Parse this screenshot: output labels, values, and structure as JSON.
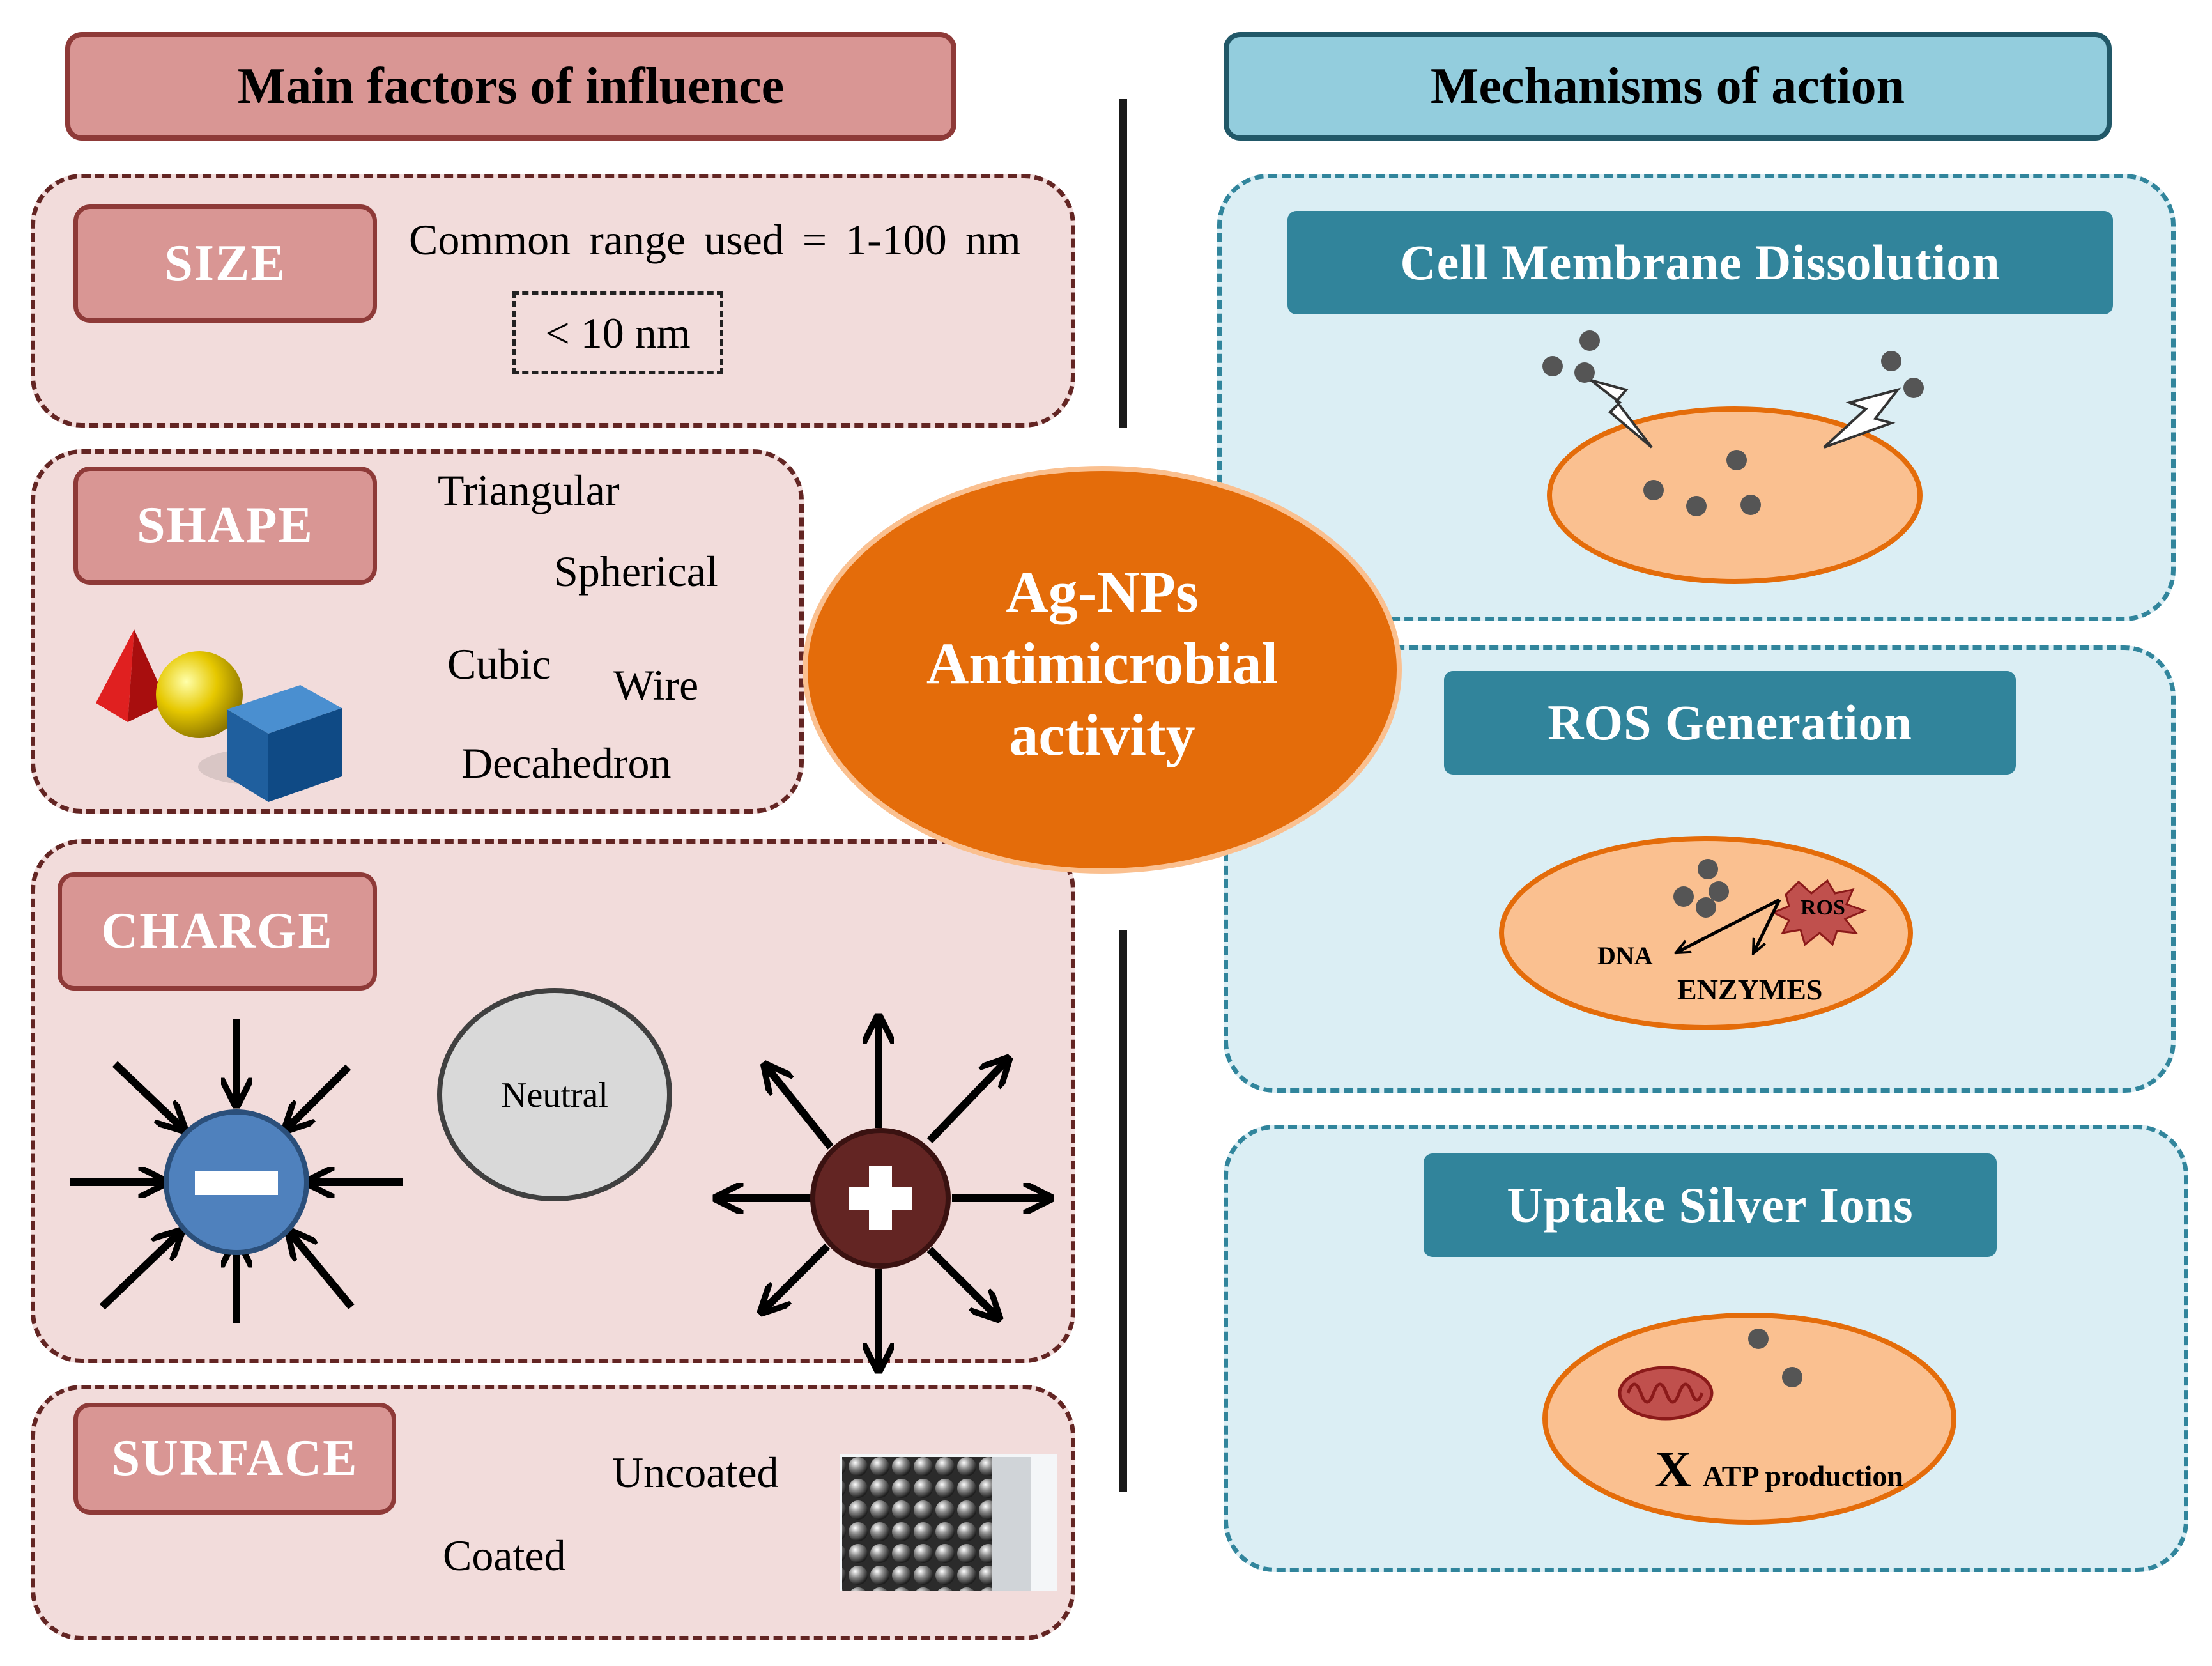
{
  "left_header": "Main factors of influence",
  "right_header": "Mechanisms of action",
  "center": {
    "line1": "Ag-NPs",
    "line2": "Antimicrobial",
    "line3": "activity"
  },
  "size": {
    "tag": "SIZE",
    "range": "Common range used = 1-100 nm",
    "small": "< 10 nm"
  },
  "shape": {
    "tag": "SHAPE",
    "items": [
      "Triangular",
      "Spherical",
      "Cubic",
      "Wire",
      "Decahedron"
    ]
  },
  "charge": {
    "tag": "CHARGE",
    "neutral": "Neutral"
  },
  "surface": {
    "tag": "SURFACE",
    "uncoated": "Uncoated",
    "coated": "Coated"
  },
  "mechanisms": {
    "membrane": {
      "title": "Cell Membrane Dissolution"
    },
    "ros": {
      "title": "ROS Generation",
      "ros_label": "ROS",
      "dna_label": "DNA",
      "enzymes_label": "ENZYMES"
    },
    "uptake": {
      "title": "Uptake Silver Ions",
      "x_mark": "X",
      "atp_label": "ATP production"
    }
  },
  "colors": {
    "left_fill": "#f2dcdb",
    "left_border": "#632523",
    "left_tag": "#d99694",
    "right_fill": "#dbeef4",
    "right_border": "#31859c",
    "right_tag": "#31849b",
    "center_fill": "#e46c0a",
    "cell_fill": "#fac090",
    "negative": "#4f81bd",
    "positive": "#632523"
  }
}
